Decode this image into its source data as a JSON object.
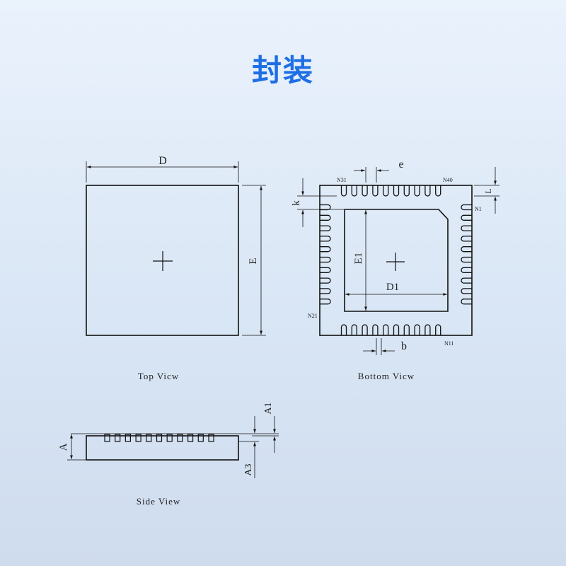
{
  "title": "封装",
  "colors": {
    "title": "#1e6fe6",
    "line": "#111111"
  },
  "views": {
    "top": {
      "caption": "Top Vicw",
      "dim_d": "D",
      "dim_e": "E"
    },
    "bottom": {
      "caption": "Bottom Vicw",
      "dim_e": "e",
      "dim_l": "L",
      "dim_k": "k",
      "dim_e1": "E1",
      "dim_d1": "D1",
      "dim_b": "b",
      "pin_n31": "N31",
      "pin_n40": "N40",
      "pin_n1": "N1",
      "pin_n21": "N21",
      "pin_n11": "N11"
    },
    "side": {
      "caption": "Side View",
      "dim_a": "A",
      "dim_a1": "A1",
      "dim_a3": "A3"
    }
  }
}
